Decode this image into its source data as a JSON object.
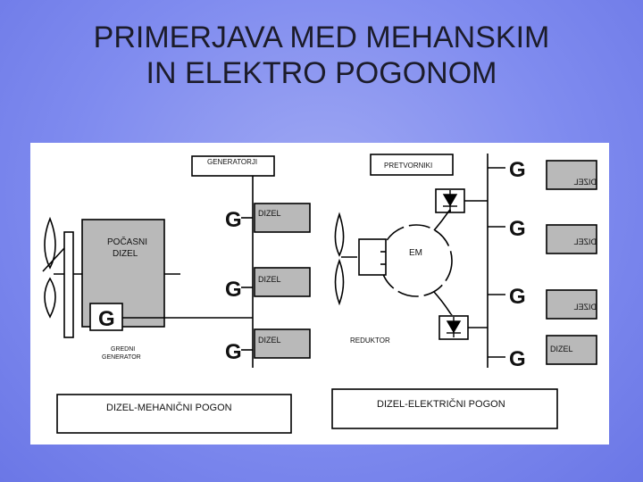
{
  "title": {
    "line1": "PRIMERJAVA MED MEHANSKIM",
    "line2": "IN ELEKTRO POGONOM"
  },
  "diagram": {
    "generatorji": "GENERATORJI",
    "pretvorniki": "PRETVORNIKI",
    "pocasni_line1": "POČASNI",
    "pocasni_line2": "DIZEL",
    "dizel": "DIZEL",
    "dizel_mirrored": "DIZEL",
    "em": "EM",
    "reduktor": "REDUKTOR",
    "gredni_line1": "GREDNI",
    "gredni_line2": "GENERATOR",
    "g": "G",
    "mehanicni_pogon": "DIZEL-MEHANIČNI POGON",
    "elektricni_pogon": "DIZEL-ELEKTRIČNI  POGON"
  }
}
